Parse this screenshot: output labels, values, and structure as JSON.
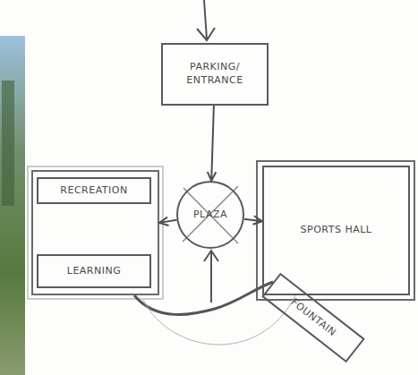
{
  "diagram": {
    "nodes": [
      {
        "text": [
          "PARKING/ ENTRANCE"
        ]
      },
      {
        "text": []
      },
      {
        "text": [
          "RECREATION"
        ],
        "in": 1
      },
      {
        "text": [
          "LEARNING"
        ],
        "in": 1
      },
      {
        "text": [
          "PLAZA"
        ]
      },
      {
        "text": [
          "SPORTS HALL"
        ]
      },
      {
        "text": [
          "FOUNTAIN"
        ]
      }
    ],
    "edges": [
      {
        "from": 0,
        "to": 4,
        "arrow": "to"
      },
      {
        "from": 4,
        "to": 1,
        "arrow": "to"
      },
      {
        "from": 4,
        "to": 5,
        "arrow": "to"
      }
    ]
  }
}
